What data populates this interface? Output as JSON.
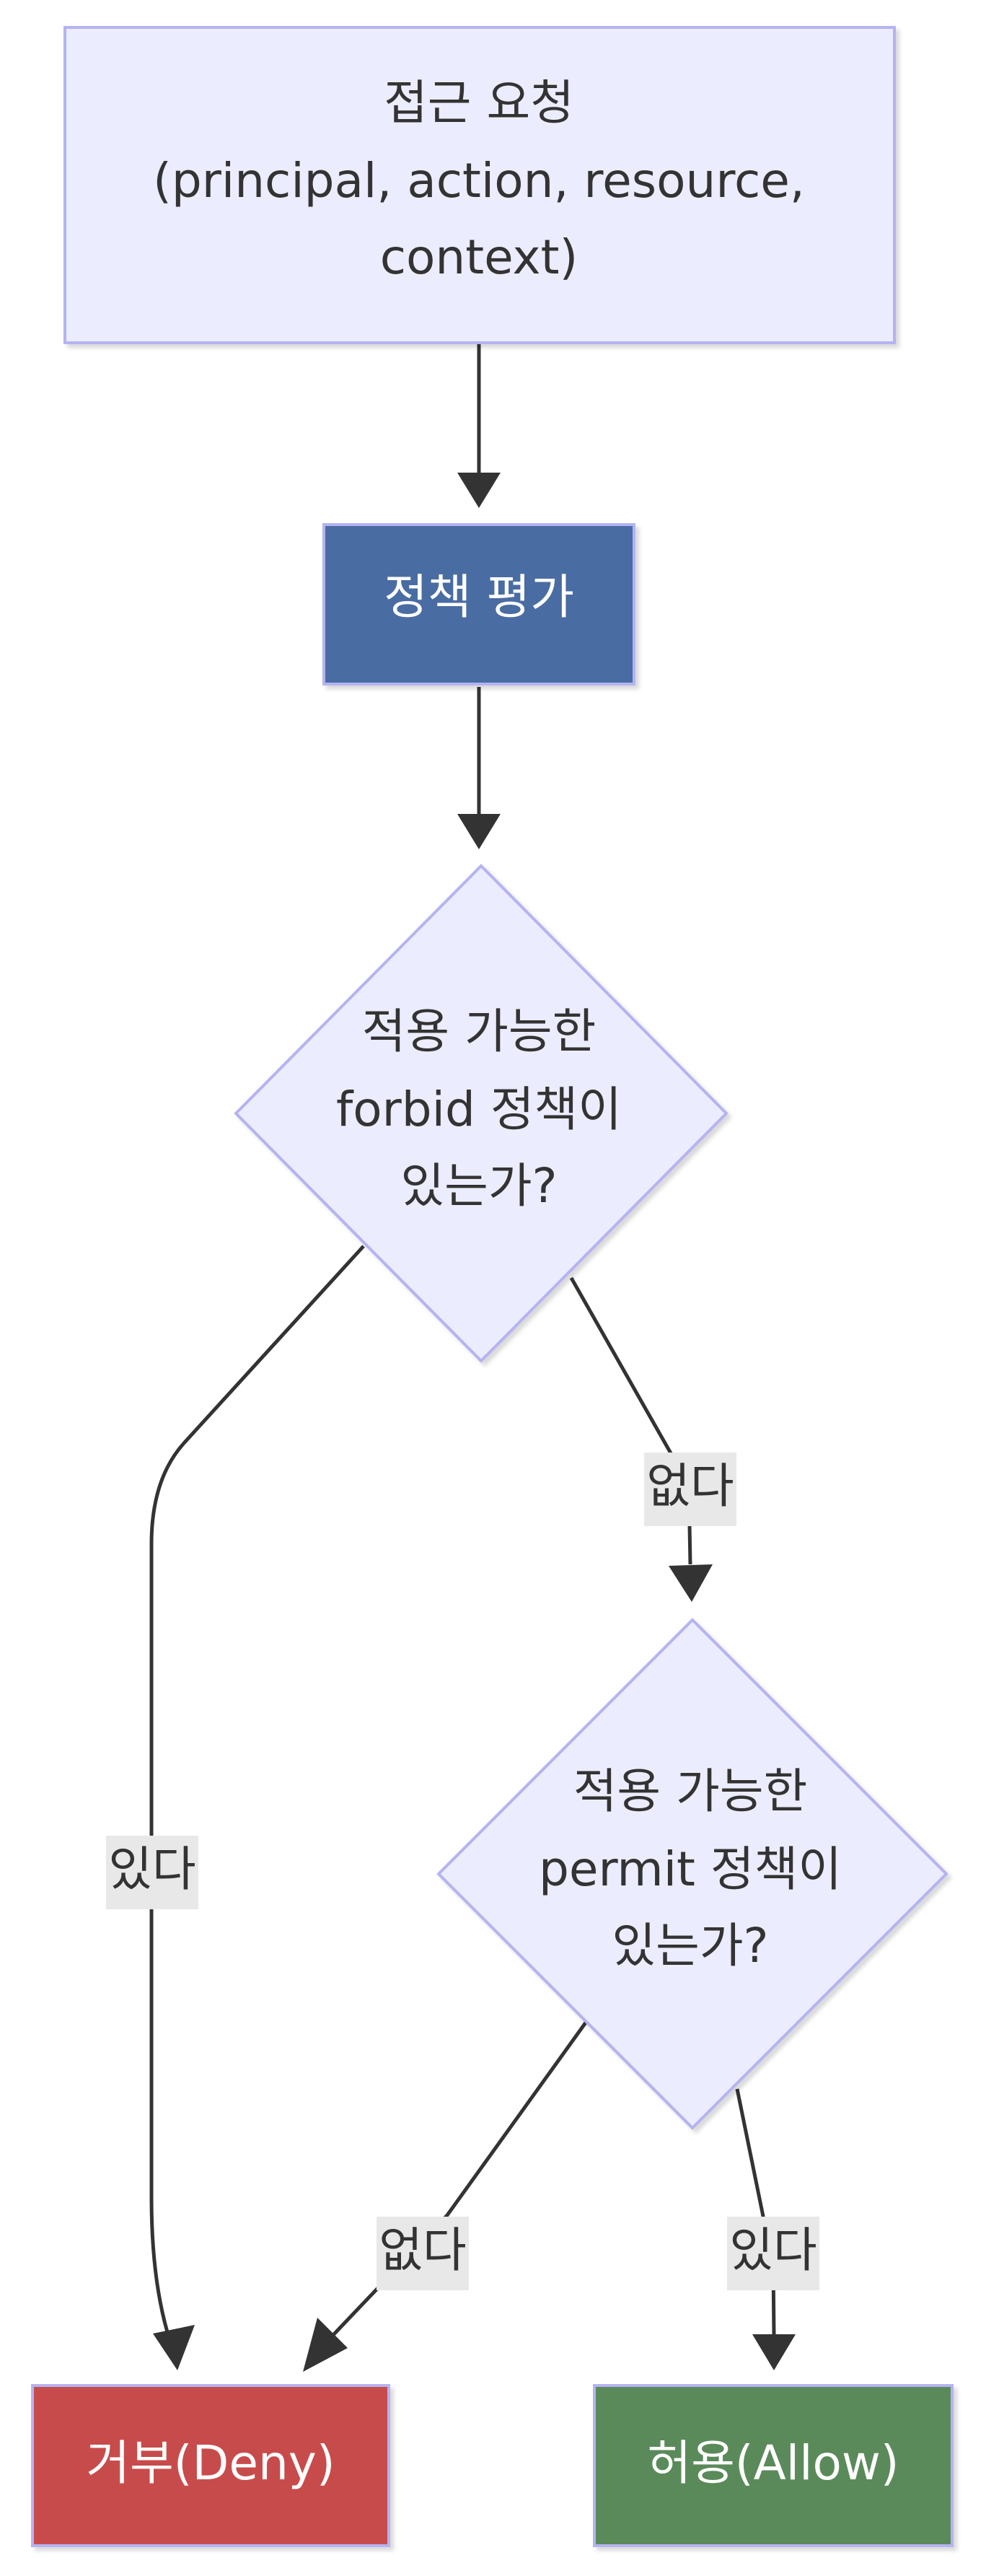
{
  "colors": {
    "default_fill": "#ECECFF",
    "default_stroke": "#B4B3F2",
    "edge": "#333333",
    "edge_label_bg": "#E8E8E8",
    "evaluate_fill": "#4A6CA3",
    "deny_fill": "#C84B4B",
    "allow_fill": "#5A8A5A",
    "light_text": "#FFFFFF",
    "dark_text": "#333333"
  },
  "nodes": {
    "request": {
      "shape": "rectangle",
      "lines": [
        "접근 요청",
        "(principal, action, resource,",
        "context)"
      ]
    },
    "evaluate": {
      "shape": "rectangle",
      "lines": [
        "정책 평가"
      ]
    },
    "forbid_check": {
      "shape": "diamond",
      "lines": [
        "적용 가능한",
        "forbid 정책이",
        "있는가?"
      ]
    },
    "permit_check": {
      "shape": "diamond",
      "lines": [
        "적용 가능한",
        "permit 정책이",
        "있는가?"
      ]
    },
    "deny": {
      "shape": "rectangle",
      "lines": [
        "거부(Deny)"
      ]
    },
    "allow": {
      "shape": "rectangle",
      "lines": [
        "허용(Allow)"
      ]
    }
  },
  "edges": {
    "forbid_yes": {
      "from": "forbid_check",
      "to": "deny",
      "label": "있다"
    },
    "forbid_no": {
      "from": "forbid_check",
      "to": "permit_check",
      "label": "없다"
    },
    "permit_no": {
      "from": "permit_check",
      "to": "deny",
      "label": "없다"
    },
    "permit_yes": {
      "from": "permit_check",
      "to": "allow",
      "label": "있다"
    }
  }
}
